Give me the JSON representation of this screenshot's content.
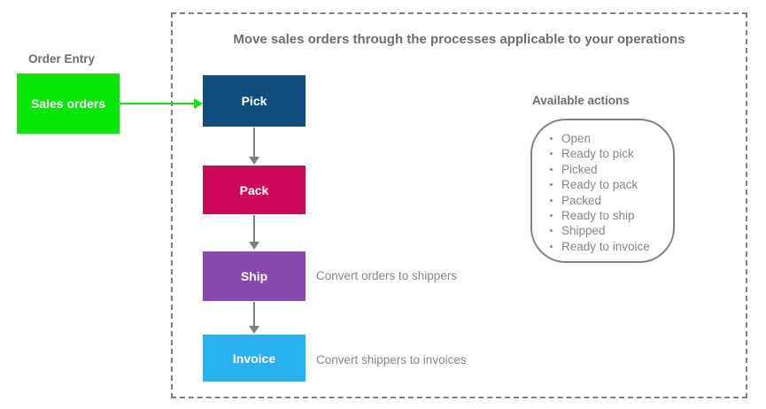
{
  "colors": {
    "sales_orders_green": "#05e605",
    "pick_blue": "#114e7e",
    "pack_crimson": "#ce0a58",
    "ship_purple": "#8749ad",
    "invoice_blue": "#29b1f1",
    "frame_gray": "#808080",
    "text_gray": "#6d6e71"
  },
  "left_panel": {
    "heading": "Order Entry",
    "box_label": "Sales orders"
  },
  "diagram": {
    "title": "Move sales orders through the processes applicable to your operations",
    "steps": [
      {
        "label": "Pick",
        "note": ""
      },
      {
        "label": "Pack",
        "note": ""
      },
      {
        "label": "Ship",
        "note": "Convert orders to shippers"
      },
      {
        "label": "Invoice",
        "note": "Convert shippers to invoices"
      }
    ],
    "available_actions": {
      "heading": "Available actions",
      "items": [
        "Open",
        "Ready to pick",
        "Picked",
        "Ready to pack",
        "Packed",
        "Ready to ship",
        "Shipped",
        "Ready to invoice"
      ]
    }
  }
}
